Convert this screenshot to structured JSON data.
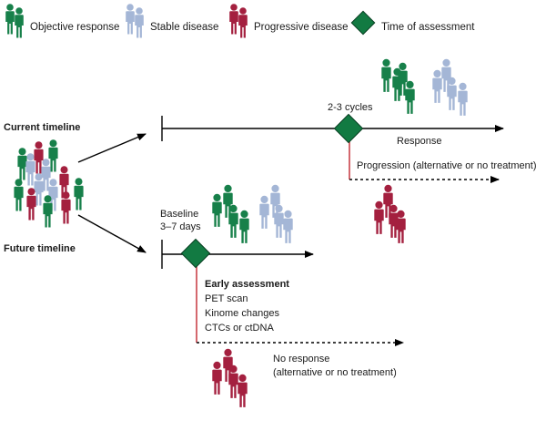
{
  "colors": {
    "objective": "#17804a",
    "stable": "#a4b6d6",
    "progressive": "#a4203f",
    "assessment": "#127a42",
    "axis": "#000000",
    "branch": "#c9424a"
  },
  "legend": {
    "objective_label": "Objective response",
    "stable_label": "Stable disease",
    "progressive_label": "Progressive disease",
    "assessment_label": "Time of assessment"
  },
  "current": {
    "label": "Current timeline",
    "cycles": "2-3 cycles",
    "response": "Response",
    "progression": "Progression (alternative or no treatment)"
  },
  "future": {
    "label": "Future timeline",
    "baseline": "Baseline",
    "days": "3–7 days",
    "early_assessment": "Early assessment",
    "methods": [
      "PET scan",
      "Kinome changes",
      "CTCs or ctDNA"
    ],
    "no_response_line1": "No response",
    "no_response_line2": "(alternative or no treatment)"
  }
}
